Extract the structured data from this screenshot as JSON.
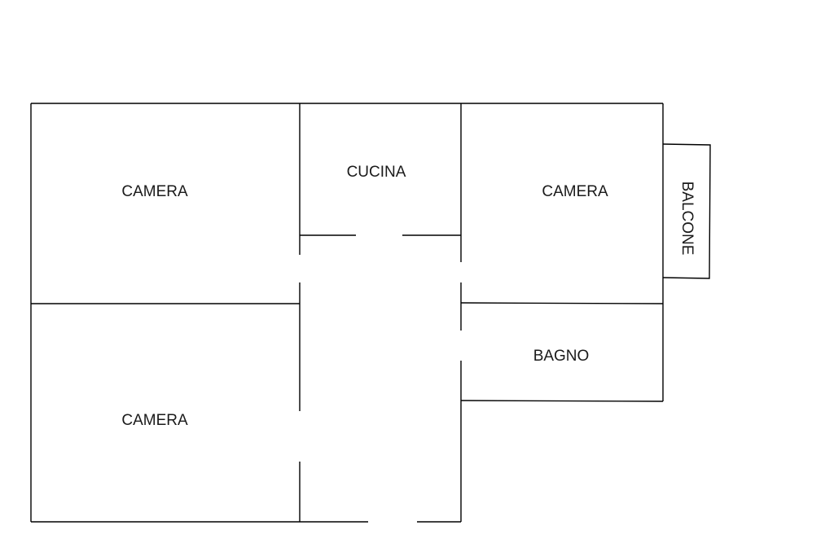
{
  "rooms": {
    "camera_top_left": "CAMERA",
    "cucina": "CUCINA",
    "camera_top_right": "CAMERA",
    "balcone": "BALCONE",
    "bagno": "BAGNO",
    "camera_bottom_left": "CAMERA"
  },
  "colors": {
    "wall": "#000000",
    "label": "#1a1a1a",
    "background": "#ffffff"
  }
}
